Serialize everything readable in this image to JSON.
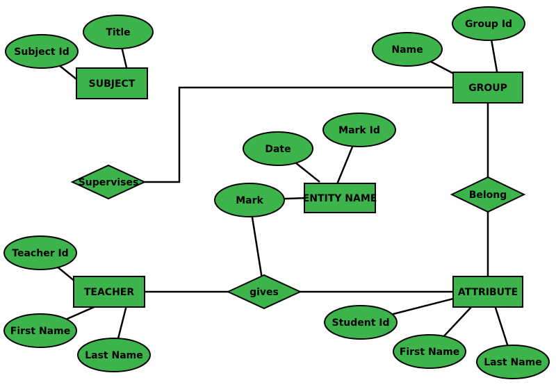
{
  "colors": {
    "fill": "#3cb44b",
    "stroke": "#000000",
    "background": "#ffffff"
  },
  "entities": {
    "subject": "SUBJECT",
    "group": "GROUP",
    "entity_name": "ENTITY NAME",
    "teacher": "TEACHER",
    "attribute": "ATTRIBUTE"
  },
  "relationships": {
    "supervises": "Supervises",
    "belong": "Belong",
    "gives": "gives"
  },
  "attributes": {
    "title": "Title",
    "subject_id": "Subject Id",
    "group_id": "Group Id",
    "name": "Name",
    "date": "Date",
    "mark_id": "Mark Id",
    "mark": "Mark",
    "teacher_id": "Teacher Id",
    "teacher_first_name": "First Name",
    "teacher_last_name": "Last Name",
    "student_id": "Student Id",
    "student_first_name": "First Name",
    "student_last_name": "Last Name"
  }
}
